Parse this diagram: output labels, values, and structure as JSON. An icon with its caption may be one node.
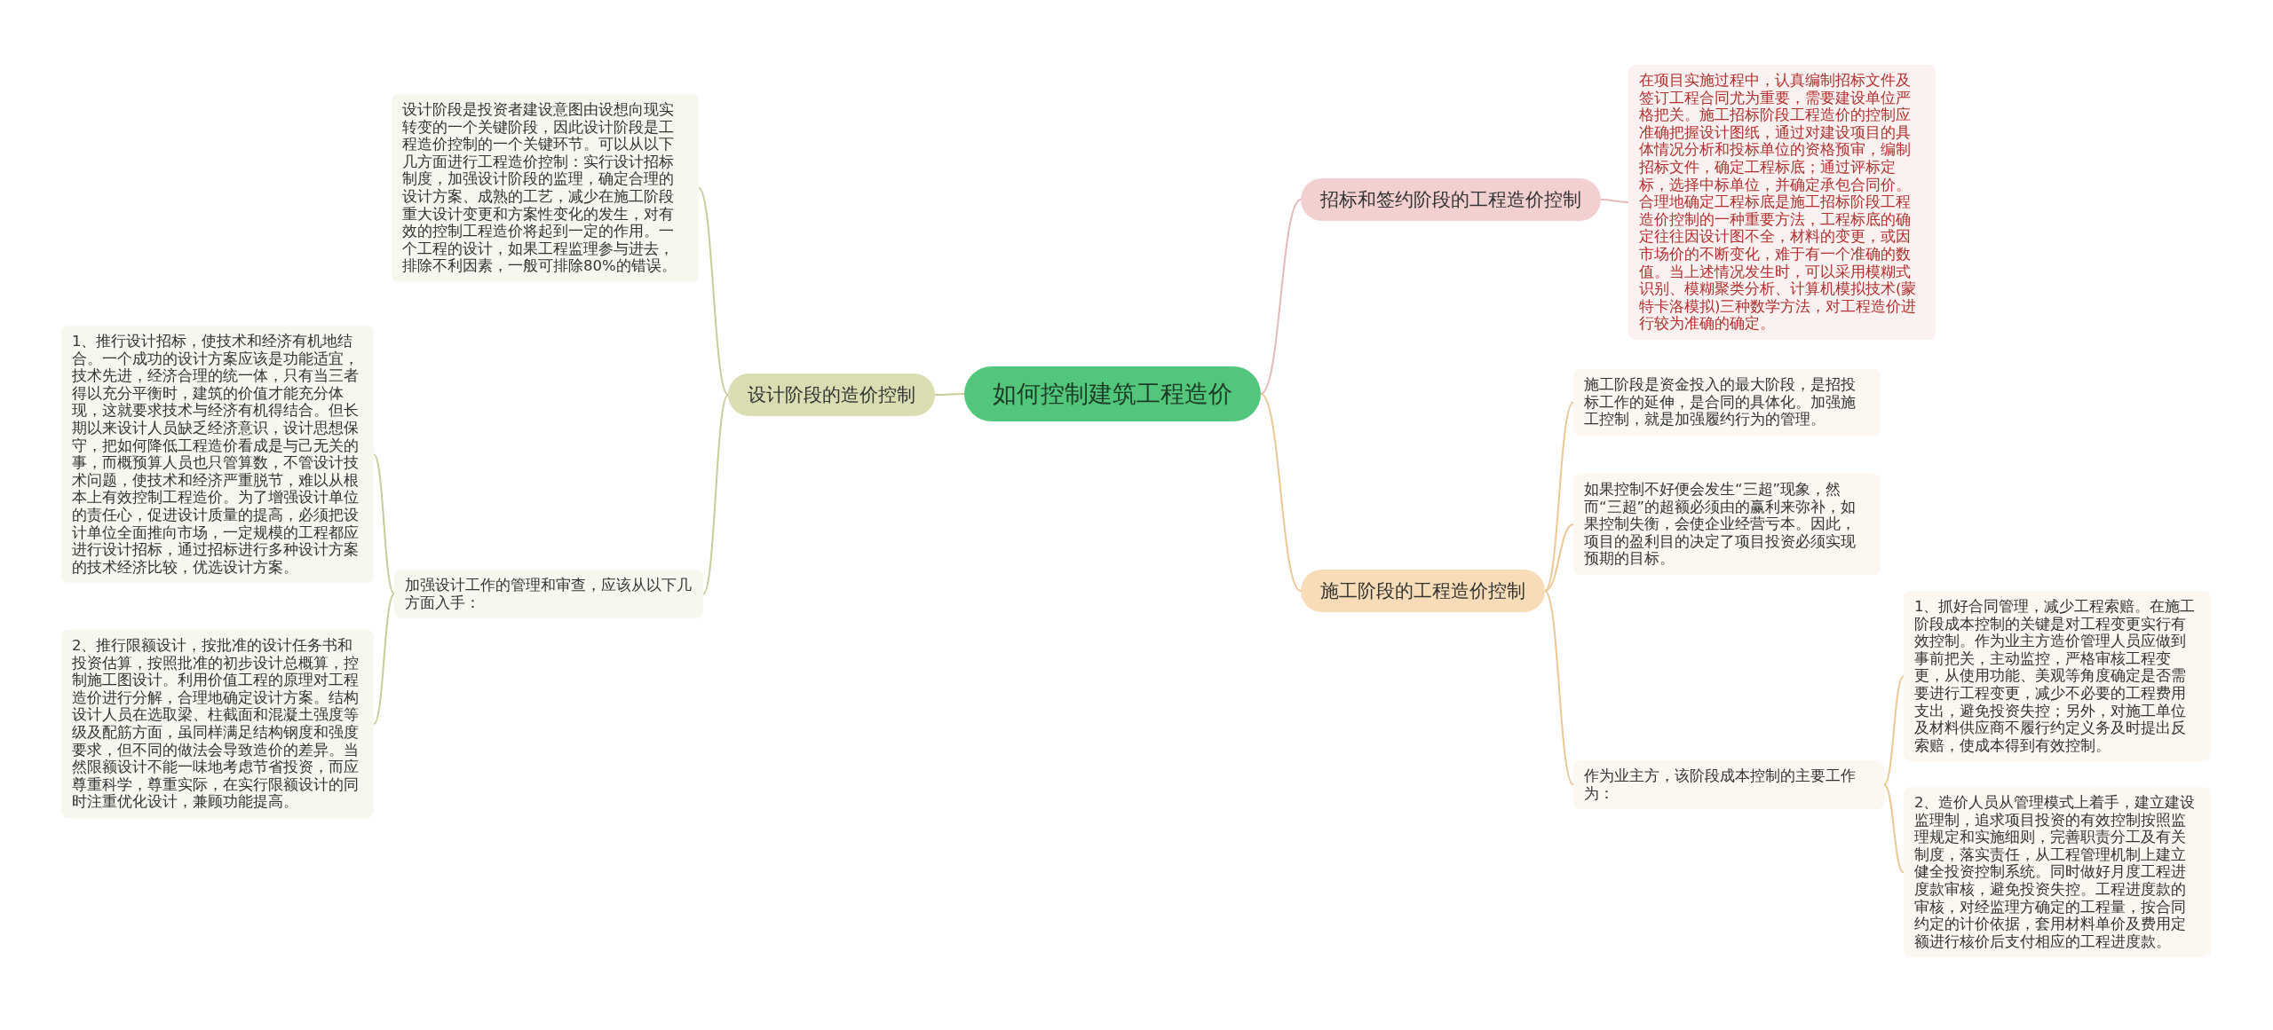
{
  "diagram": {
    "nodes": [
      {
        "text": [
          "如何控制建筑工程造价"
        ]
      },
      {
        "text": [
          "设计阶段的造价控制"
        ]
      },
      {
        "text": [
          "设计阶段是投资者建设意图由设想向现实转变的一个关键阶段，因此设计阶段是工程造价控制的一个关键环节。可以从以下几方面进行工程造价控制：实行设计招标制度，加强设计阶段的监理，确定合理的设计方案、成熟的工艺，减少在施工阶段重大设计变更和方案性变化的发生，对有效的控制工程造价将起到一定的作用。一个工程的设计，如果工程监理参与进去，排除不利因素，一般可排除80%的错误。"
        ]
      },
      {
        "text": [
          "加强设计工作的管理和审查，应该从以下几方面入手："
        ]
      },
      {
        "text": [
          "1、推行设计招标，使技术和经济有机地结合。一个成功的设计方案应该是功能适宜，技术先进，经济合理的统一体，只有当三者得以充分平衡时，建筑的价值才能充分体现，这就要求技术与经济有机得结合。但长期以来设计人员缺乏经济意识，设计思想保守，把如何降低工程造价看成是与己无关的事，而概预算人员也只管算数，不管设计技术问题，使技术和经济严重脱节，难以从根本上有效控制工程造价。为了增强设计单位的责任心，促进设计质量的提高，必须把设计单位全面推向市场，一定规模的工程都应进行设计招标，通过招标进行多种设计方案的技术经济比较，优选设计方案。"
        ]
      },
      {
        "text": [
          "2、推行限额设计，按批准的设计任务书和投资估算，按照批准的初步设计总概算，控制施工图设计。利用价值工程的原理对工程造价进行分解，合理地确定设计方案。结构设计人员在选取梁、柱截面和混凝土强度等级及配筋方面，虽同样满足结构钢度和强度要求，但不同的做法会导致造价的差异。当然限额设计不能一味地考虑节省投资，而应尊重科学，尊重实际，在实行限额设计的同时注重优化设计，兼顾功能提高。"
        ]
      },
      {
        "text": [
          "招标和签约阶段的工程造价控制"
        ]
      },
      {
        "text": [
          "在项目实施过程中，认真编制招标文件及签订工程合同尤为重要，需要建设单位严格把关。施工招标阶段工程造价的控制应准确把握设计图纸，通过对建设项目的具体情况分析和投标单位的资格预审，编制招标文件，确定工程标底；通过评标定标，选择中标单位，并确定承包合同价。合理地确定工程标底是施工招标阶段工程造价控制的一种重要方法，工程标底的确定往往因设计图不全，材料的变更，或因市场价的不断变化，难于有一个准确的数值。当上述情况发生时，可以采用模糊式识别、模糊聚类分析、计算机模拟技术(蒙特卡洛模拟)三种数学方法，对工程造价进行较为准确的确定。"
        ]
      },
      {
        "text": [
          "施工阶段的工程造价控制"
        ]
      },
      {
        "text": [
          "施工阶段是资金投入的最大阶段，是招投标工作的延伸，是合同的具体化。加强施工控制，就是加强履约行为的管理。"
        ]
      },
      {
        "text": [
          "如果控制不好便会发生“三超”现象，然而“三超”的超额必须由的赢利来弥补，如果控制失衡，会使企业经营亏本。因此，项目的盈利目的决定了项目投资必须实现预期的目标。"
        ]
      },
      {
        "text": [
          "作为业主方，该阶段成本控制的主要工作为："
        ]
      },
      {
        "text": [
          "1、抓好合同管理，减少工程索赔。在施工阶段成本控制的关键是对工程变更实行有效控制。作为业主方造价管理人员应做到事前把关，主动监控，严格审核工程变更，从使用功能、美观等角度确定是否需要进行工程变更，减少不必要的工程费用支出，避免投资失控；另外，对施工单位及材料供应商不履行约定义务及时提出反索赔，使成本得到有效控制。"
        ]
      },
      {
        "text": [
          "2、造价人员从管理模式上着手，建立建设监理制，追求项目投资的有效控制按照监理规定和实施细则，完善职责分工及有关制度，落实责任，从工程管理机制上建立健全投资控制系统。同时做好月度工程进度款审核，避免投资失控。工程进度款的审核，对经监理方确定的工程量，按合同约定的计价依据，套用材料单价及费用定额进行核价后支付相应的工程进度款。"
        ]
      }
    ],
    "edges": [
      {
        "from": 0,
        "to": 1,
        "arrow": "none",
        "color": "#c9cc98"
      },
      {
        "from": 1,
        "to": 2,
        "arrow": "none",
        "color": "#c9cc98"
      },
      {
        "from": 1,
        "to": 3,
        "arrow": "none",
        "color": "#c9cc98"
      },
      {
        "from": 3,
        "to": 4,
        "arrow": "none",
        "color": "#c9cc98"
      },
      {
        "from": 3,
        "to": 5,
        "arrow": "none",
        "color": "#c9cc98"
      },
      {
        "from": 0,
        "to": 6,
        "arrow": "none",
        "color": "#e3b9b9"
      },
      {
        "from": 6,
        "to": 7,
        "arrow": "none",
        "color": "#e3b9b9"
      },
      {
        "from": 0,
        "to": 8,
        "arrow": "none",
        "color": "#ebc796"
      },
      {
        "from": 8,
        "to": 9,
        "arrow": "none",
        "color": "#ebc796"
      },
      {
        "from": 8,
        "to": 10,
        "arrow": "none",
        "color": "#ebc796"
      },
      {
        "from": 8,
        "to": 11,
        "arrow": "none",
        "color": "#ebc796"
      },
      {
        "from": 11,
        "to": 12,
        "arrow": "none",
        "color": "#ebc796"
      },
      {
        "from": 11,
        "to": 13,
        "arrow": "none",
        "color": "#ebc796"
      }
    ]
  }
}
